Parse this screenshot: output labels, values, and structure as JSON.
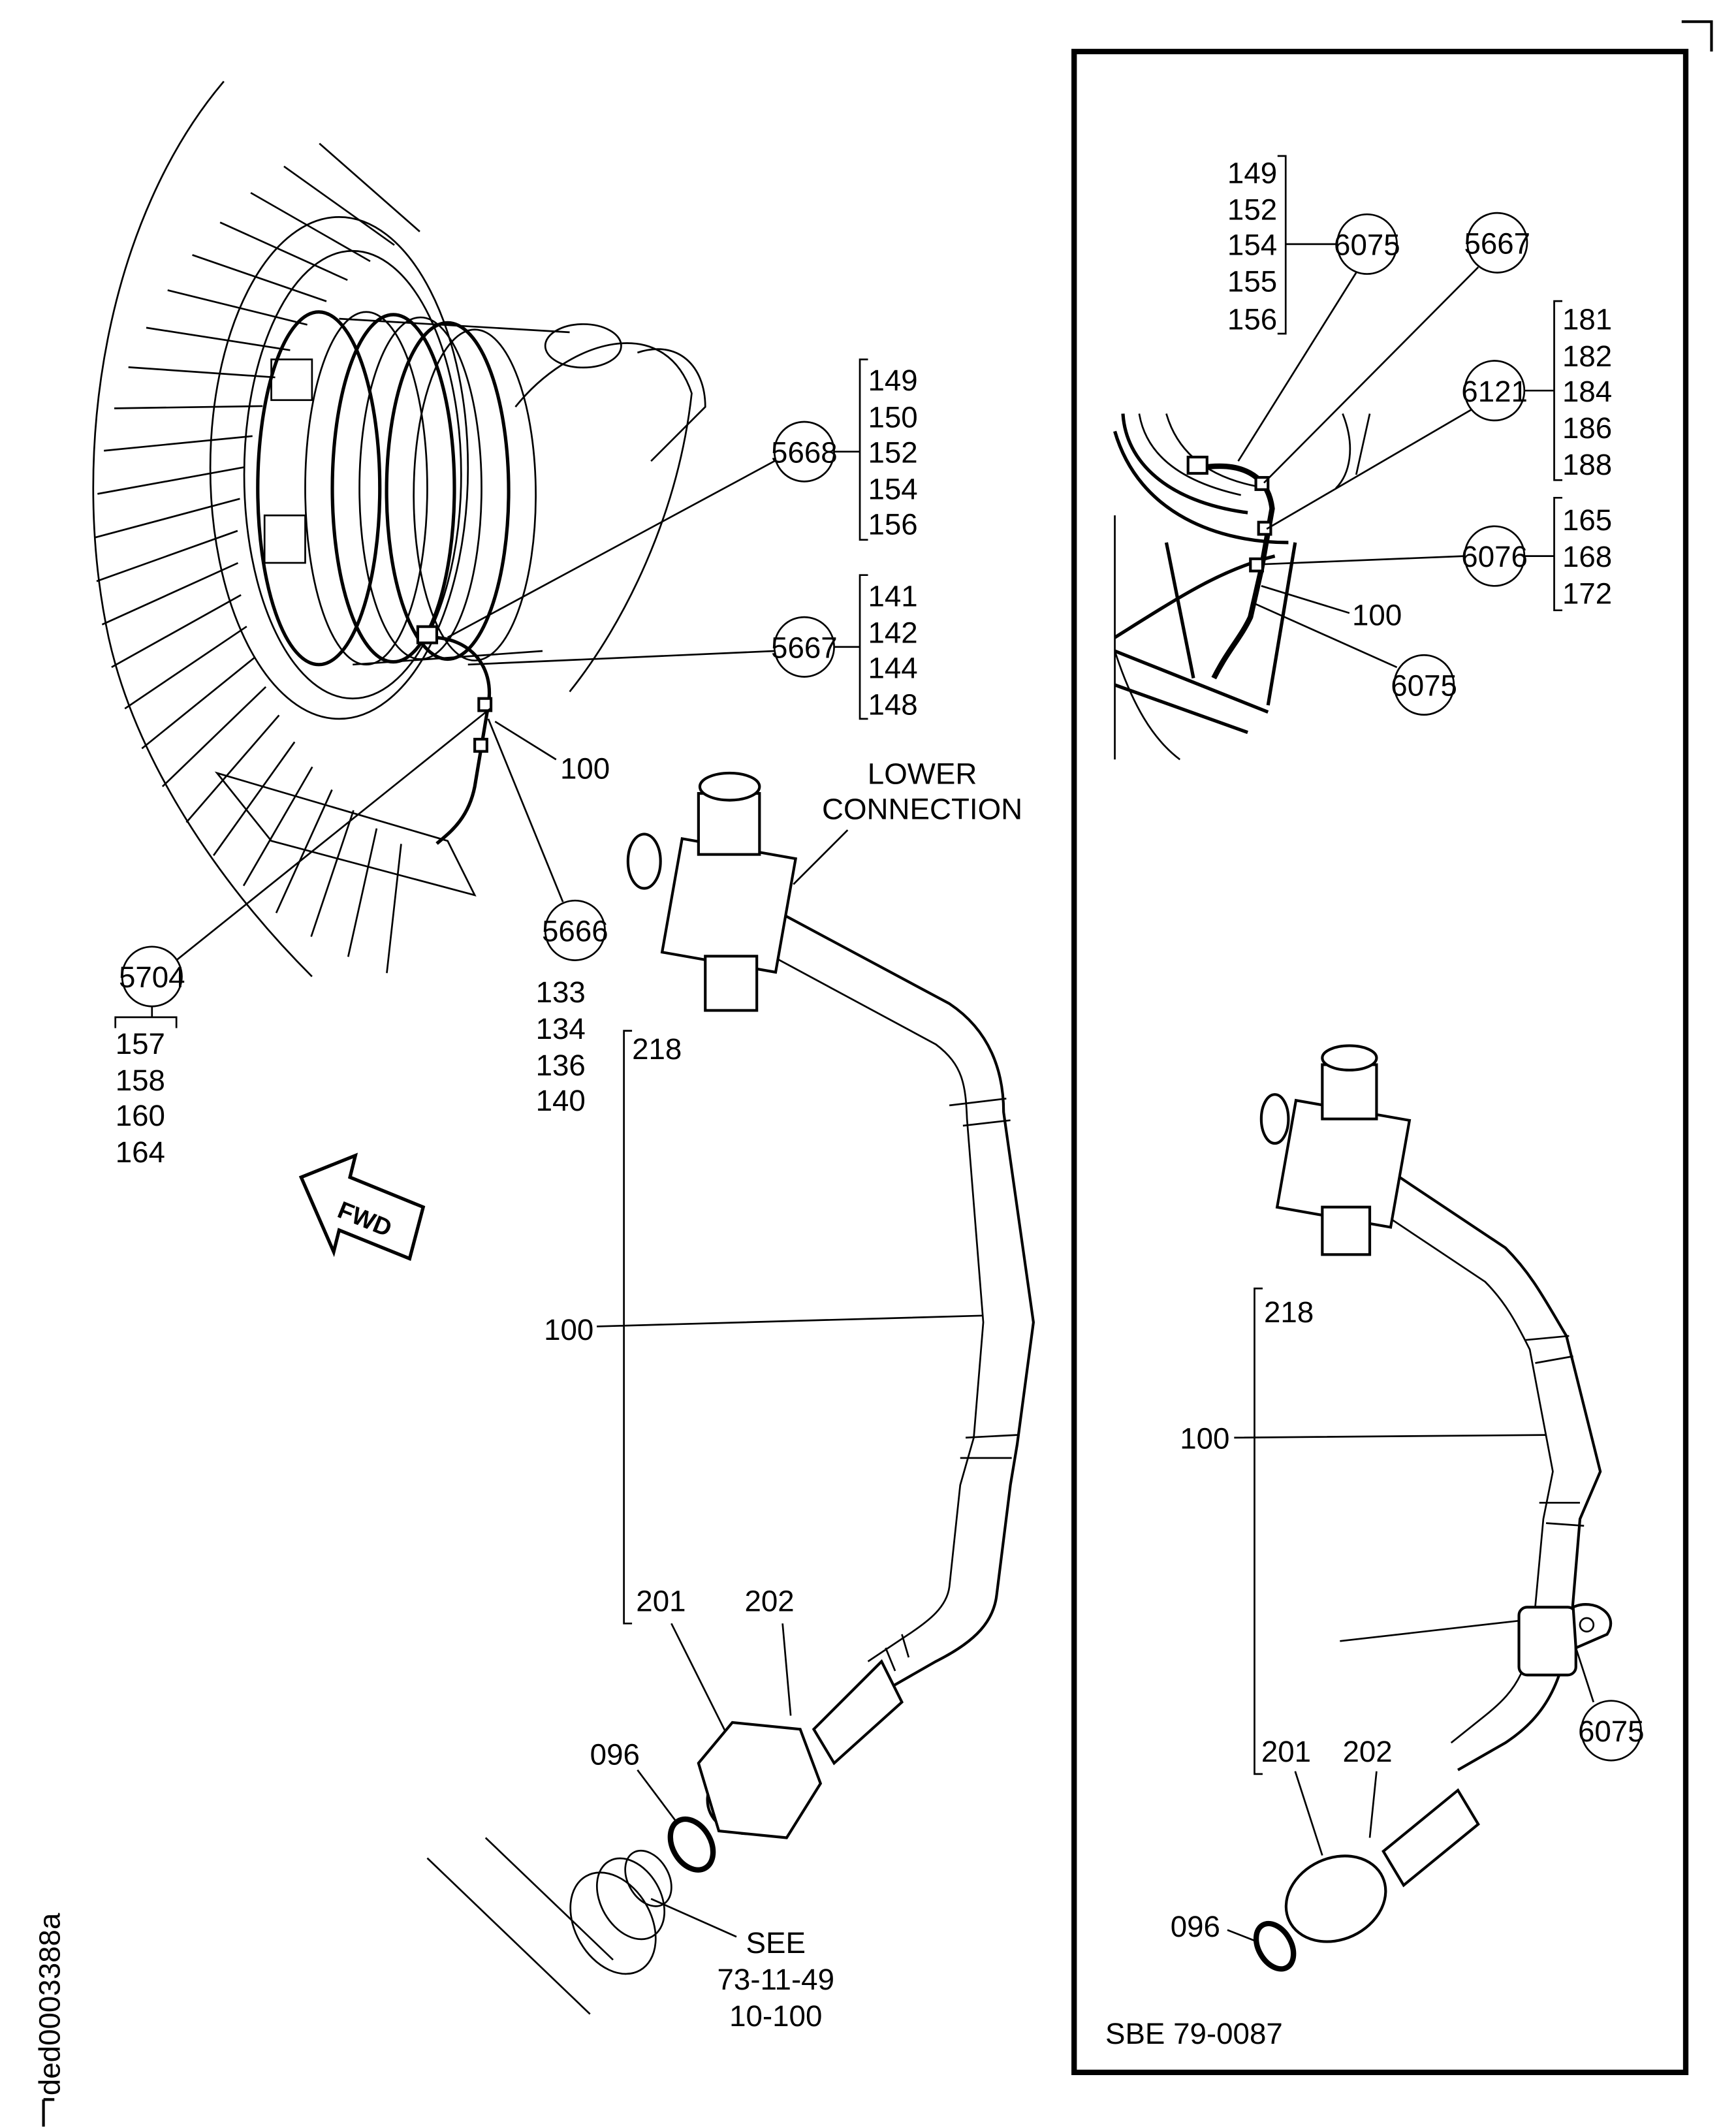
{
  "main": {
    "callouts": {
      "c5668": {
        "id": "5668",
        "items": [
          "149",
          "150",
          "152",
          "154",
          "156"
        ]
      },
      "c5667": {
        "id": "5667",
        "items": [
          "141",
          "142",
          "144",
          "148"
        ]
      },
      "c5704": {
        "id": "5704",
        "items": [
          "157",
          "158",
          "160",
          "164"
        ]
      },
      "c5666": {
        "id": "5666",
        "items": [
          "133",
          "134",
          "136",
          "140"
        ]
      }
    },
    "labels": {
      "hose_upper": "100",
      "lower_connection": [
        "LOWER",
        "CONNECTION"
      ],
      "tee": "218",
      "hose": "100",
      "fitting_a": "201",
      "fitting_b": "202",
      "seal": "096",
      "see_ref": [
        "SEE",
        "73-11-49",
        "10-100"
      ],
      "fwd": "FWD"
    }
  },
  "inset": {
    "callouts": {
      "c6075a": {
        "id": "6075",
        "items": [
          "149",
          "152",
          "154",
          "155",
          "156"
        ]
      },
      "c5667": {
        "id": "5667"
      },
      "c6121": {
        "id": "6121",
        "items": [
          "181",
          "182",
          "184",
          "186",
          "188"
        ]
      },
      "c6076": {
        "id": "6076",
        "items": [
          "165",
          "168",
          "172"
        ]
      },
      "c6075b": {
        "id": "6075"
      },
      "c6075c": {
        "id": "6075"
      }
    },
    "labels": {
      "hose_upper": "100",
      "tee": "218",
      "hose": "100",
      "fitting_a": "201",
      "fitting_b": "202",
      "seal": "096",
      "service_bulletin": "SBE 79-0087"
    }
  },
  "drawing_id": "ded0003388a",
  "colors": {
    "ink": "#000000",
    "paper": "#ffffff"
  }
}
